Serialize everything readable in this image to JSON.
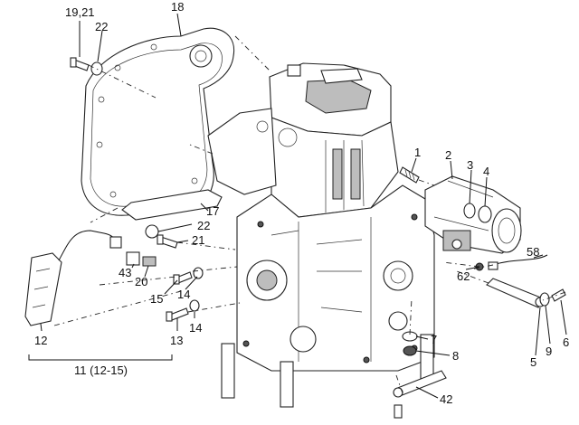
{
  "callouts": {
    "c1": "1",
    "c2": "2",
    "c3": "3",
    "c4": "4",
    "c5": "5",
    "c6": "6",
    "c7": "7",
    "c8": "8",
    "c9": "9",
    "c12": "12",
    "c13": "13",
    "c14a": "14",
    "c14b": "14",
    "c15": "15",
    "c17": "17",
    "c18": "18",
    "c1921": "19,21",
    "c20": "20",
    "c21": "21",
    "c22a": "22",
    "c22b": "22",
    "c42": "42",
    "c43": "43",
    "c58": "58",
    "c62": "62",
    "group11": "11 (12-15)"
  }
}
